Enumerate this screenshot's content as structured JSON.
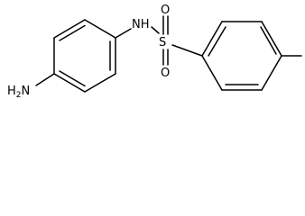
{
  "molecule": {
    "atoms": {
      "amine_group": {
        "text": "NH",
        "subscript": "2",
        "subscript_position": "after"
      },
      "sulfonamide_nh": {
        "text": "NH"
      },
      "sulfur": {
        "text": "S"
      },
      "oxygen_top": {
        "text": "O"
      },
      "oxygen_bottom": {
        "text": "O"
      }
    },
    "amine_group_display": "H2N",
    "colors": {
      "bond": "#000000",
      "text": "#000000",
      "background": "#ffffff"
    }
  }
}
